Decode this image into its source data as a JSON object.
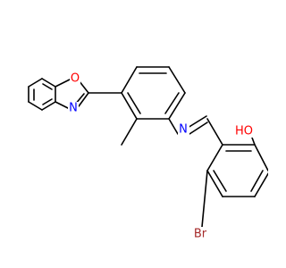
{
  "molecule": {
    "atoms": {
      "O1": "O",
      "N1": "N",
      "N2": "N",
      "OH": "HO",
      "Br": "Br"
    },
    "colors": {
      "bond": "#000000",
      "O": "#ff0000",
      "N": "#0000ff",
      "Br": "#a52a2a"
    }
  }
}
